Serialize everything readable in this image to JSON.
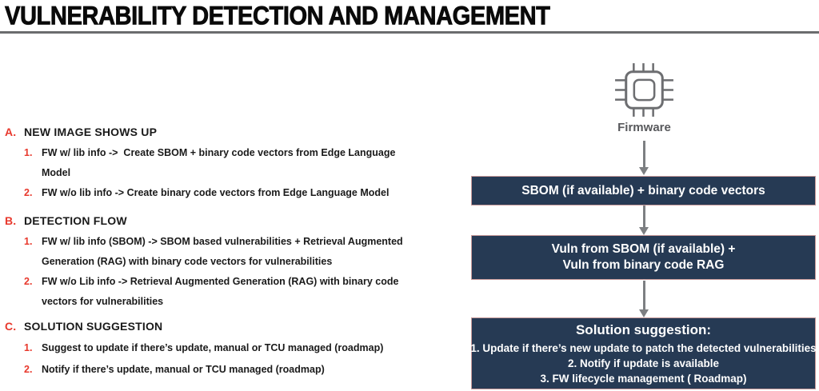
{
  "title": "VULNERABILITY DETECTION AND MANAGEMENT",
  "colors": {
    "accent_red": "#E8392D",
    "box_navy": "#263A54",
    "box_border_pink": "#C89A9A",
    "arrow_gray": "#7d7f82",
    "chip_gray": "#6d6e71",
    "rule_gray": "#6b6c6e"
  },
  "icons": {
    "chip": "chip-icon"
  },
  "sections": [
    {
      "letter": "A.",
      "heading": "NEW IMAGE SHOWS UP",
      "items": [
        {
          "num": "1.",
          "lines": [
            "FW w/ lib info ->  Create SBOM + binary code vectors from Edge Language",
            "Model"
          ]
        },
        {
          "num": "2.",
          "lines": [
            "FW w/o lib info -> Create binary code vectors from Edge Language Model"
          ]
        }
      ]
    },
    {
      "letter": "B.",
      "heading": "DETECTION FLOW",
      "items": [
        {
          "num": "1.",
          "lines": [
            "FW w/ lib info (SBOM) -> SBOM based vulnerabilities + Retrieval Augmented",
            "Generation (RAG) with binary code vectors for vulnerabilities"
          ]
        },
        {
          "num": "2.",
          "lines": [
            "FW w/o Lib info -> Retrieval Augmented Generation (RAG) with binary code",
            "vectors for vulnerabilities"
          ]
        }
      ]
    },
    {
      "letter": "C.",
      "heading": "SOLUTION SUGGESTION",
      "items": [
        {
          "num": "1.",
          "lines": [
            "Suggest to update if there’s update, manual or TCU managed (roadmap)"
          ]
        },
        {
          "num": "2.",
          "lines": [
            "Notify if there’s update, manual or TCU managed (roadmap)"
          ]
        }
      ]
    }
  ],
  "flowchart": {
    "chip_label": "Firmware",
    "boxes": [
      {
        "lines": [
          "SBOM (if available) + binary code vectors"
        ]
      },
      {
        "lines": [
          "Vuln from SBOM (if available) +",
          "Vuln from binary code RAG"
        ]
      },
      {
        "title": "Solution suggestion:",
        "lines": [
          "1. Update if there’s new update to patch the detected vulnerabilities",
          "2. Notify if update is available",
          "3. FW lifecycle management ( Roadmap)"
        ]
      }
    ]
  }
}
